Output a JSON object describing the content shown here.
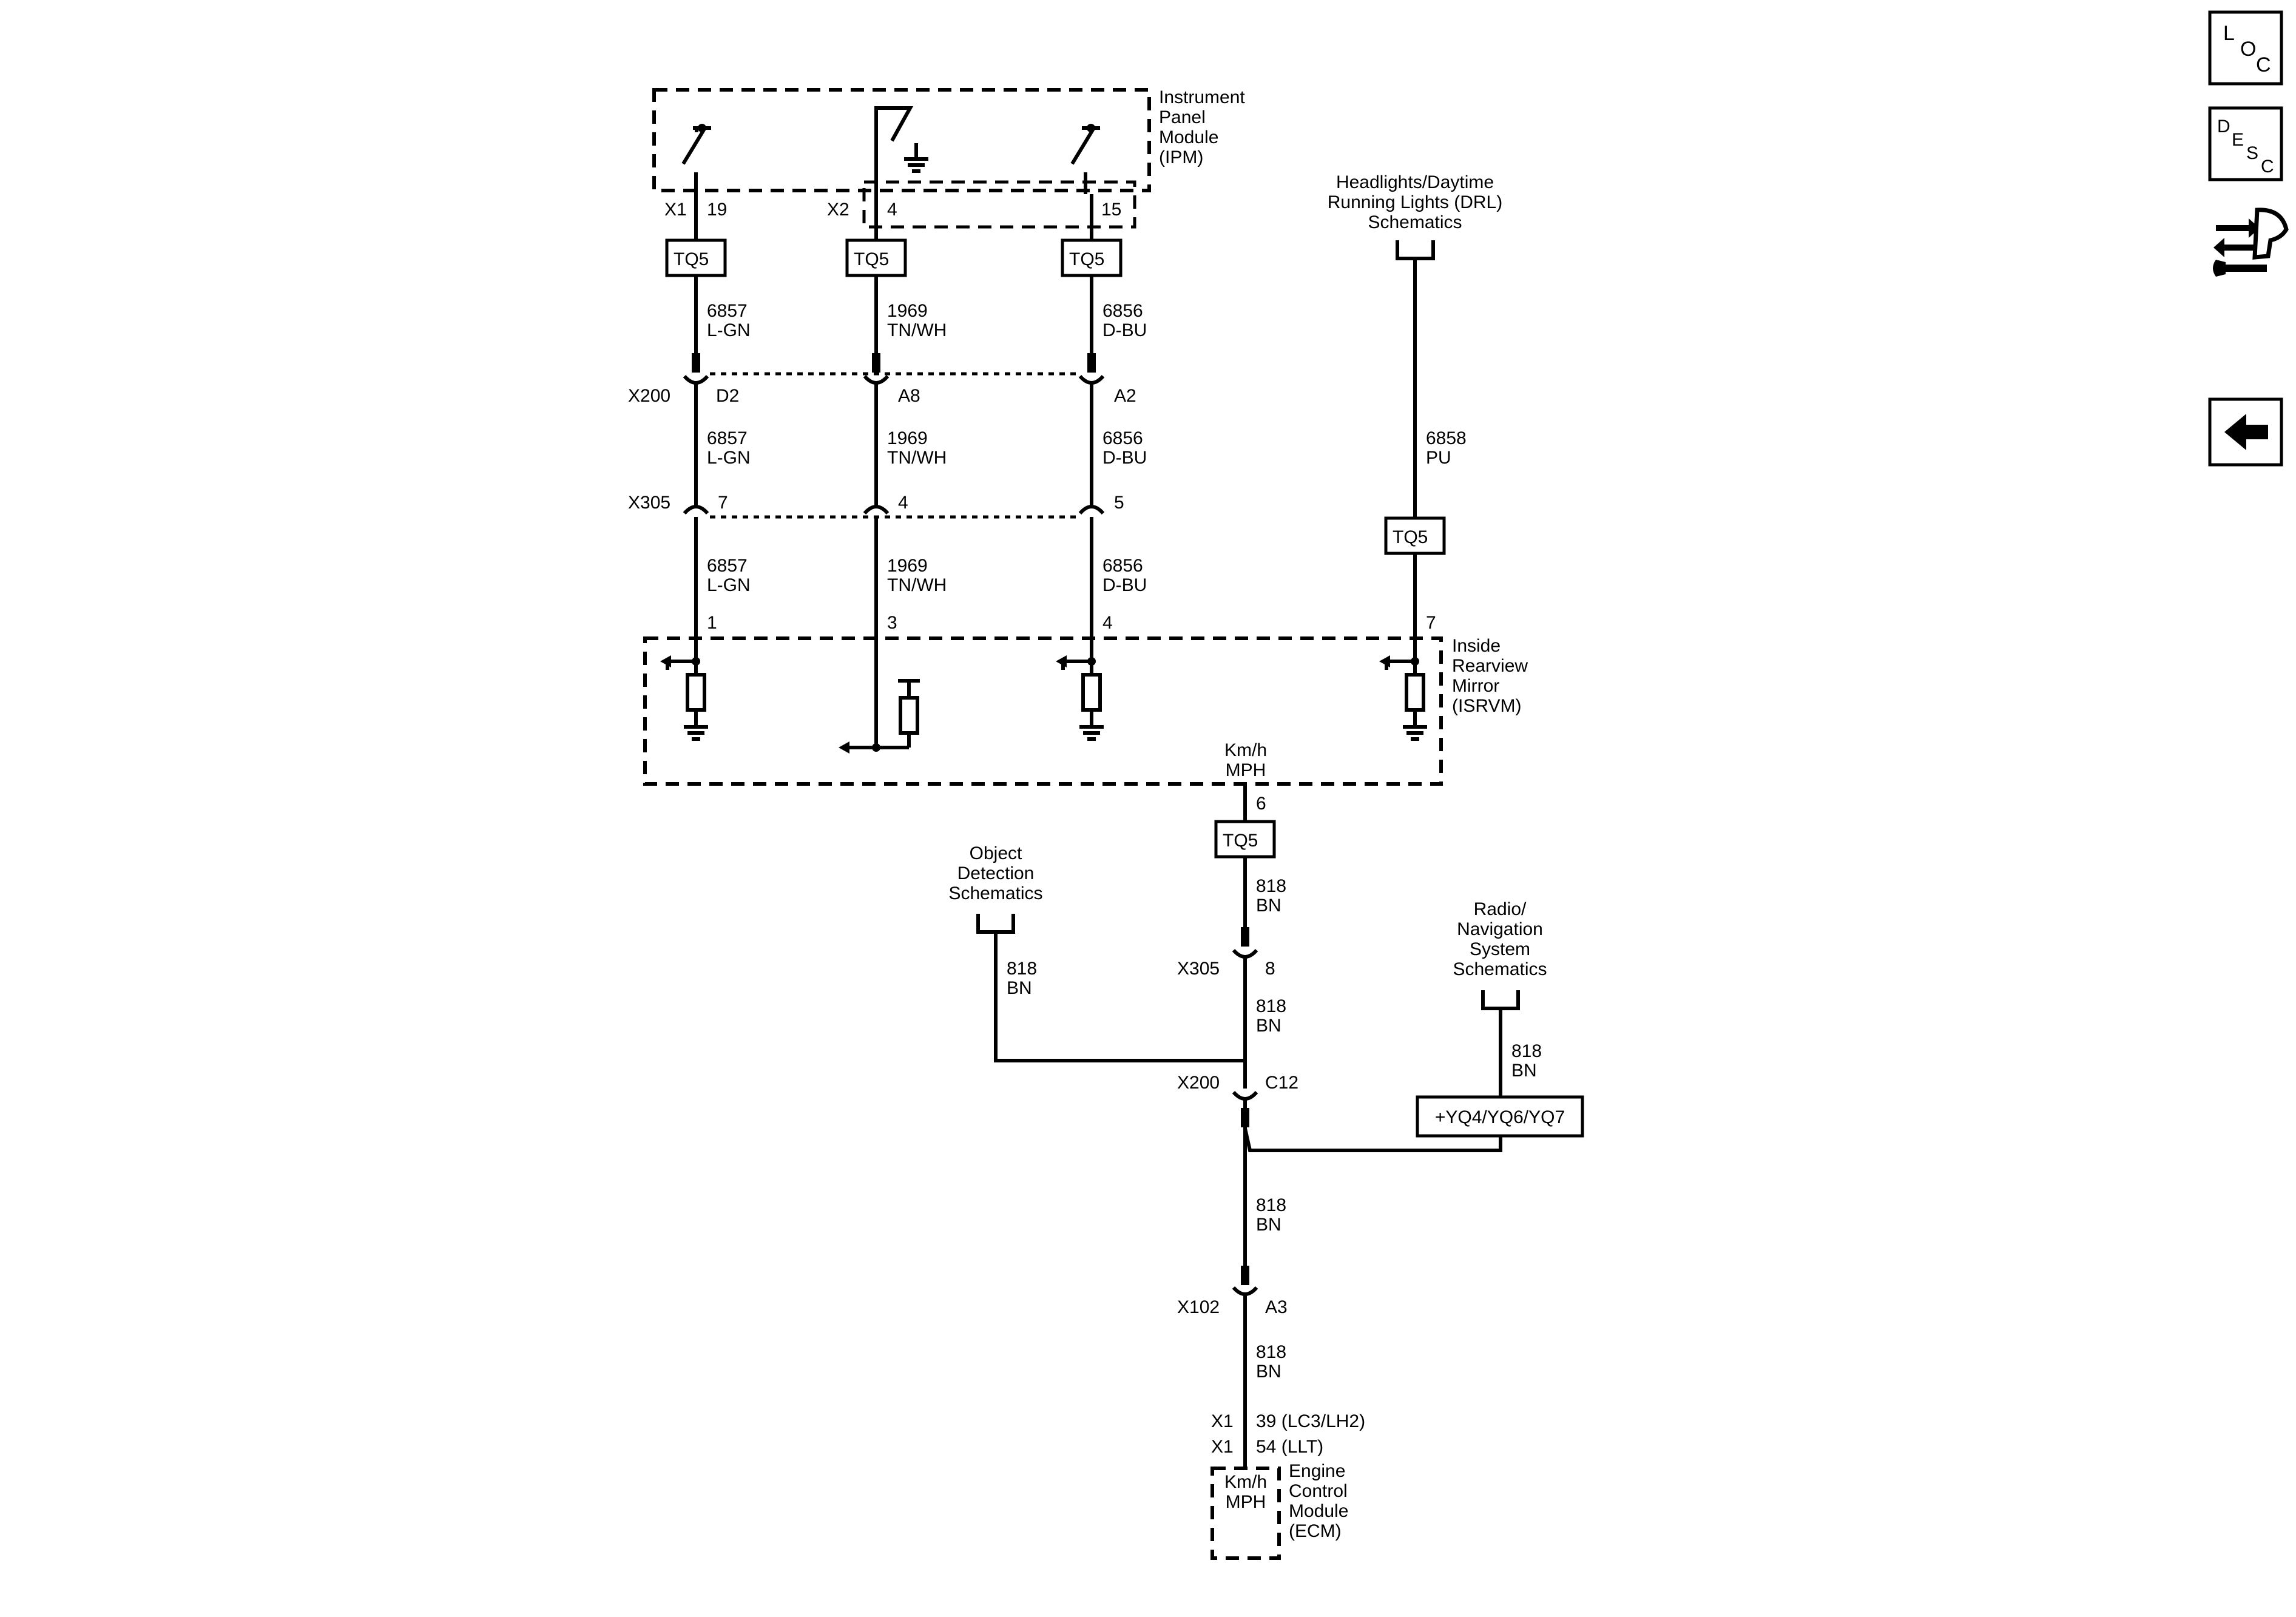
{
  "ipm": {
    "label": [
      "Instrument",
      "Panel",
      "Module",
      "(IPM)"
    ]
  },
  "isrvm": {
    "label": [
      "Inside",
      "Rearview",
      "Mirror",
      "(ISRVM)"
    ]
  },
  "ecm": {
    "label": [
      "Engine",
      "Control",
      "Module",
      "(ECM)"
    ],
    "inner": [
      "Km/h",
      "MPH"
    ]
  },
  "drl": {
    "label": [
      "Headlights/Daytime",
      "Running Lights (DRL)",
      "Schematics"
    ]
  },
  "object_detection": {
    "label": [
      "Object",
      "Detection",
      "Schematics"
    ]
  },
  "radio": {
    "label": [
      "Radio/",
      "Navigation",
      "System",
      "Schematics"
    ]
  },
  "tq5": "TQ5",
  "yq_option": "+YQ4/YQ6/YQ7",
  "ipm_connectors": {
    "x1": "X1",
    "x2": "X2",
    "pin19": "19",
    "pin4": "4",
    "pin15": "15"
  },
  "circuits": {
    "c6857": {
      "num": "6857",
      "color": "L-GN"
    },
    "c1969": {
      "num": "1969",
      "color": "TN/WH"
    },
    "c6856": {
      "num": "6856",
      "color": "D-BU"
    },
    "c6858": {
      "num": "6858",
      "color": "PU"
    },
    "c818": {
      "num": "818",
      "color": "BN"
    }
  },
  "x200": {
    "name": "X200",
    "d2": "D2",
    "a8": "A8",
    "a2": "A2",
    "c12": "C12"
  },
  "x305": {
    "name": "X305",
    "p7": "7",
    "p4": "4",
    "p5": "5",
    "p8": "8"
  },
  "isrvm_pins": {
    "p1": "1",
    "p3": "3",
    "p4": "4",
    "p7": "7",
    "p6": "6"
  },
  "speed": {
    "kmh": "Km/h",
    "mph": "MPH"
  },
  "x102": {
    "name": "X102",
    "a3": "A3"
  },
  "ecm_pins": {
    "x1a": "X1",
    "x1b": "X1",
    "p39": "39 (LC3/LH2)",
    "p54": "54 (LLT)"
  },
  "sidebar": {
    "loc": [
      "L",
      "O",
      "C"
    ],
    "desc": [
      "D",
      "E",
      "S",
      "C"
    ],
    "swap_icon": "swap-wrench-icon",
    "back_icon": "back-arrow-icon"
  }
}
